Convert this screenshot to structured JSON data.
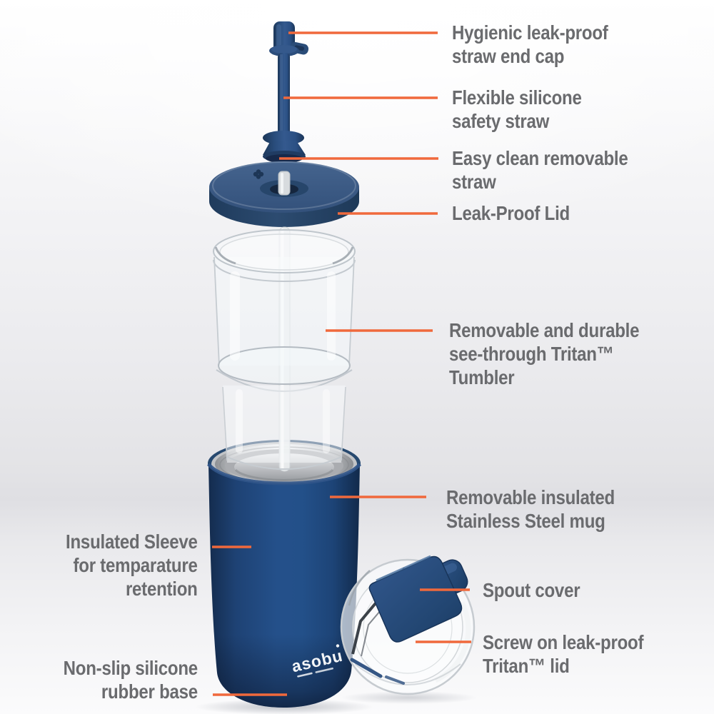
{
  "product": {
    "brand_logo": "asobu"
  },
  "callouts": [
    {
      "id": "straw-end-cap",
      "side": "right",
      "label": "Hygienic leak-proof\nstraw end cap"
    },
    {
      "id": "silicone-straw",
      "side": "right",
      "label": "Flexible silicone\nsafety straw"
    },
    {
      "id": "removable-straw",
      "side": "right",
      "label": "Easy clean removable\nstraw"
    },
    {
      "id": "leak-proof-lid",
      "side": "right",
      "label": "Leak-Proof Lid"
    },
    {
      "id": "tritan-tumbler",
      "side": "right",
      "label": "Removable and durable\nsee-through Tritan™\nTumbler"
    },
    {
      "id": "steel-mug",
      "side": "right",
      "label": "Removable insulated\nStainless Steel mug"
    },
    {
      "id": "spout-cover",
      "side": "right",
      "label": "Spout cover"
    },
    {
      "id": "tritan-lid",
      "side": "right",
      "label": "Screw on leak-proof\nTritan™ lid"
    },
    {
      "id": "insulated-sleeve",
      "side": "left",
      "label": "Insulated Sleeve\nfor temparature\nretention"
    },
    {
      "id": "rubber-base",
      "side": "left",
      "label": "Non-slip silicone\nrubber base"
    }
  ],
  "colors": {
    "accent": "#f0693c",
    "navy": "#24497b",
    "label_text": "#6a6b6e"
  }
}
